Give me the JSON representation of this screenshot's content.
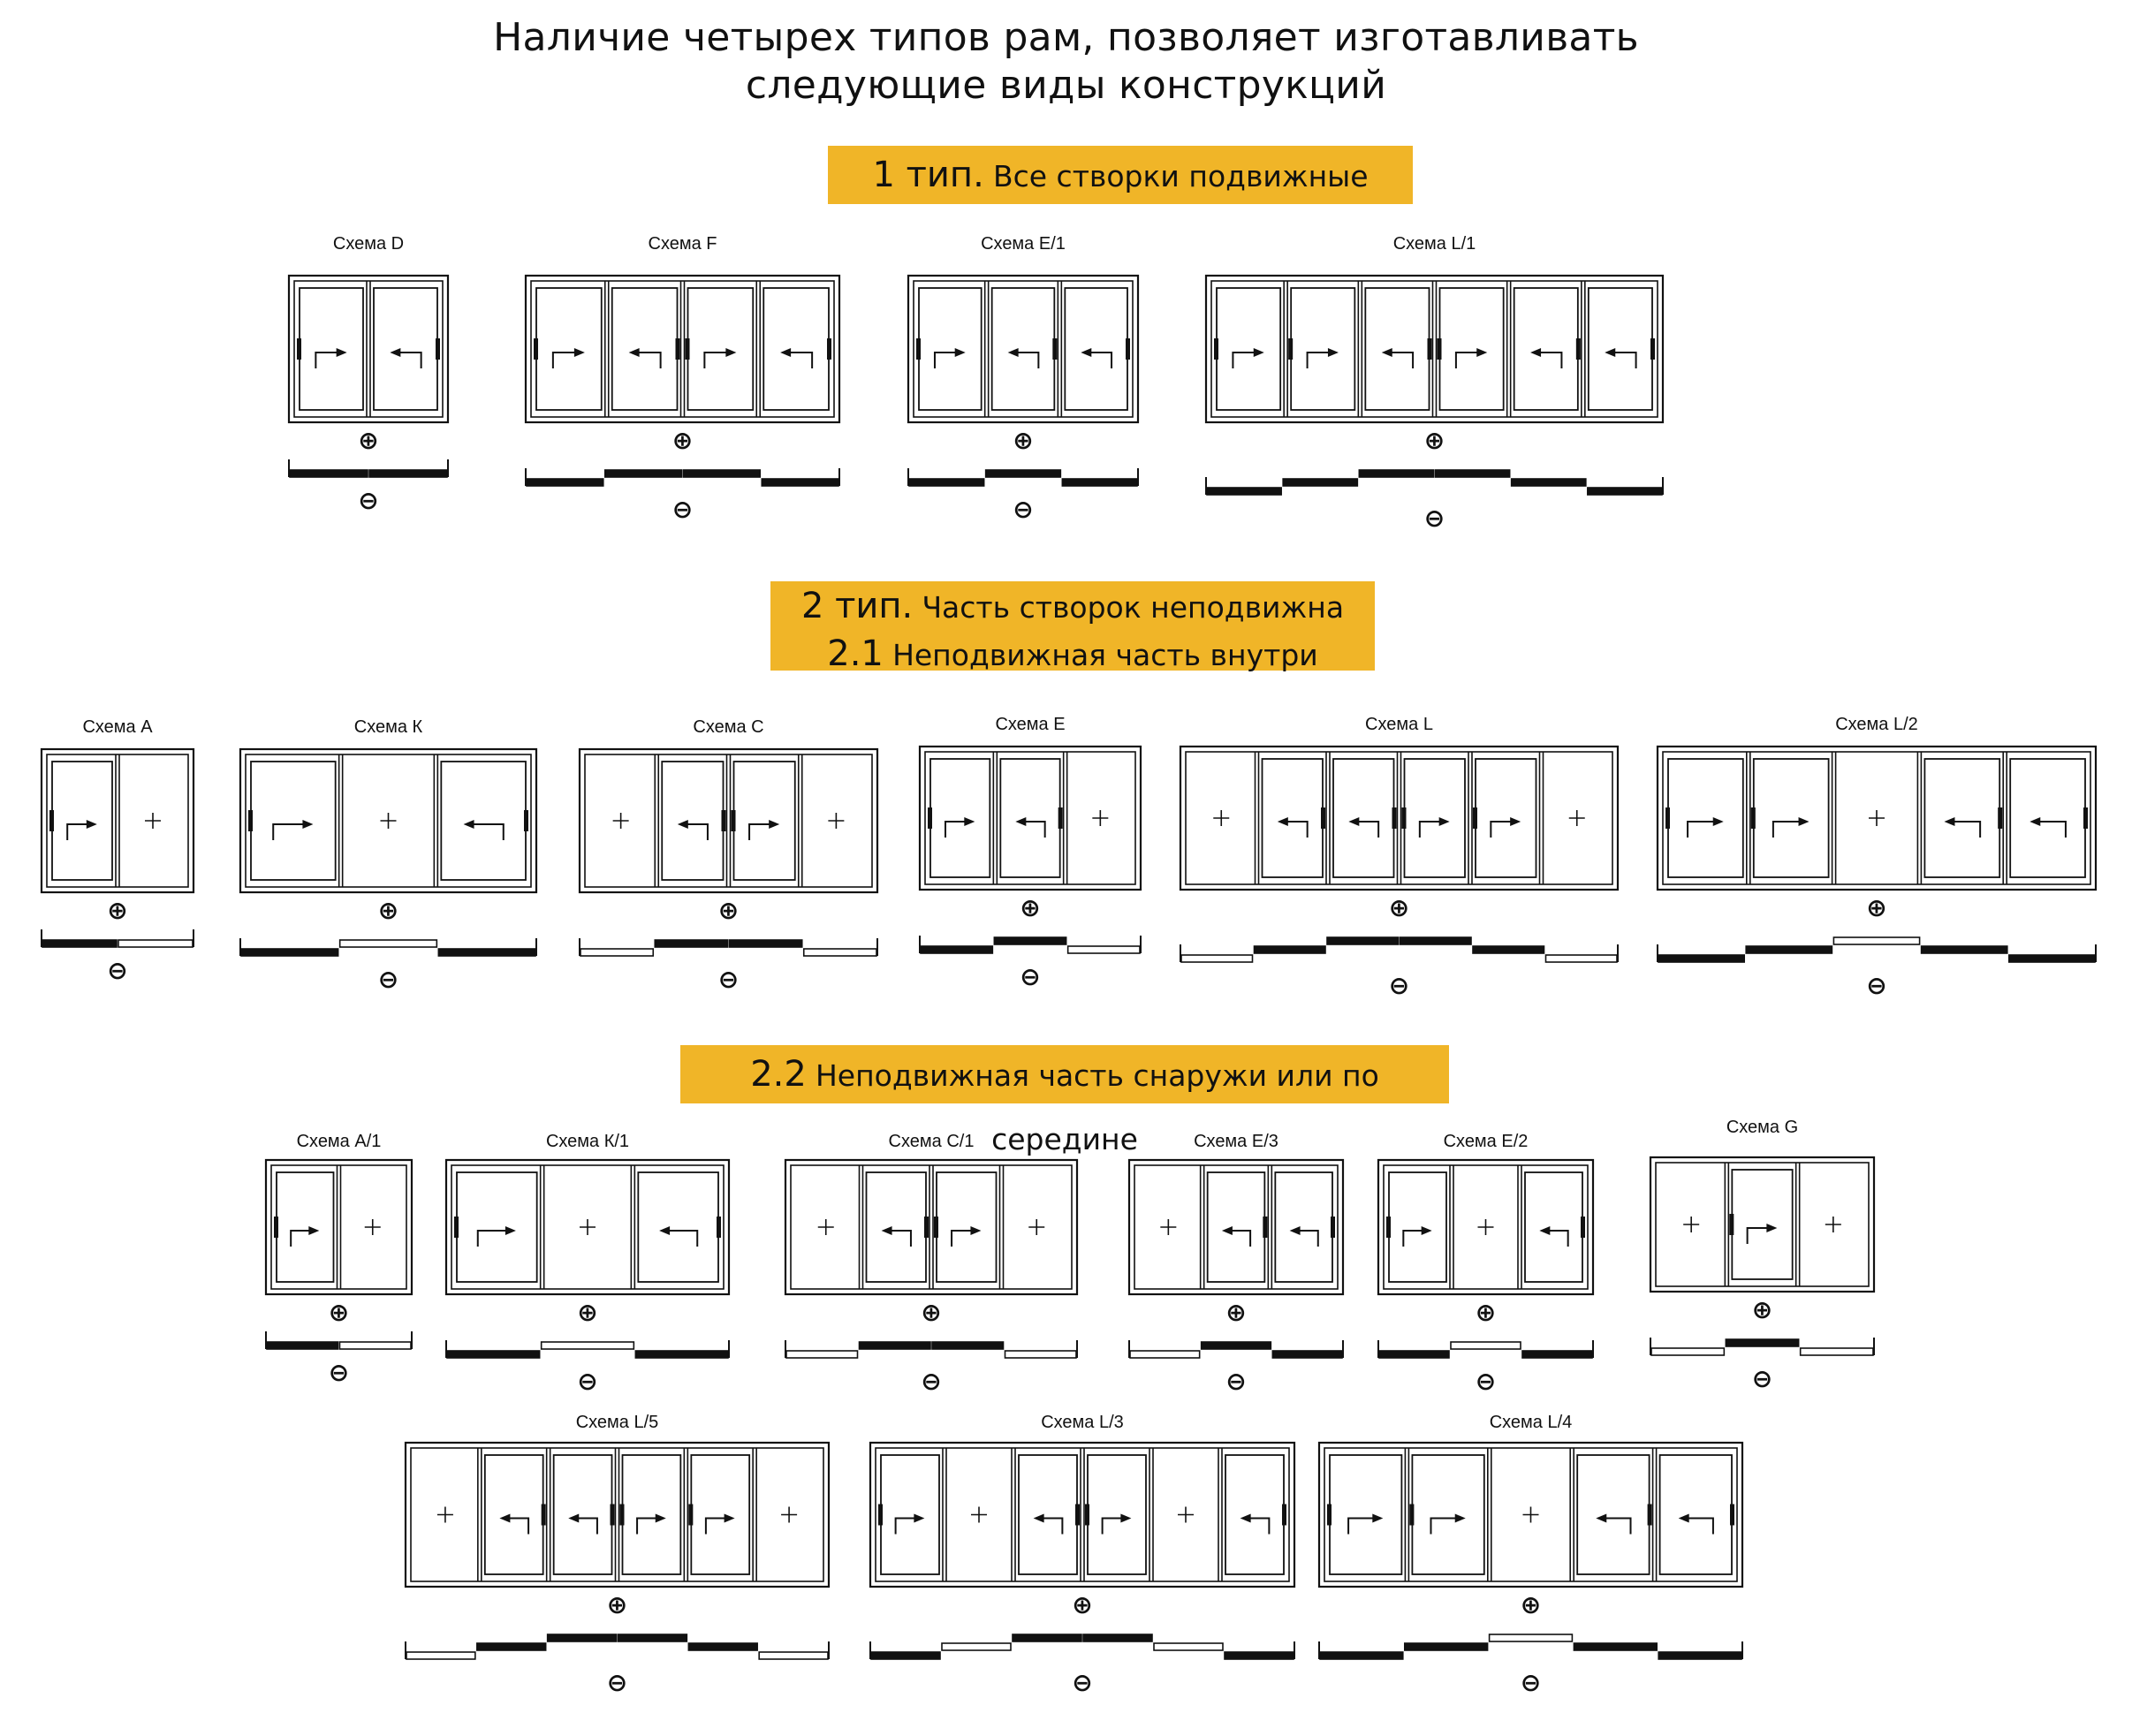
{
  "title": {
    "line1": "Наличие четырех типов рам, позволяет изготавливать",
    "line2": "следующие виды конструкций"
  },
  "sections": {
    "type1": {
      "num": "1 тип.",
      "text": "Все створки подвижные"
    },
    "type2": {
      "num": "2 тип.",
      "text": "Часть створок неподвижна",
      "sub_num": "2.1",
      "sub_text": "Неподвижная часть внутри"
    },
    "type22": {
      "num": "2.2",
      "text": "Неподвижная часть снаружи или по середине"
    }
  },
  "colors": {
    "banner": "#f0b528",
    "line": "#111111"
  },
  "symbols": {
    "plus": "⊕",
    "minus": "⊖"
  },
  "schemes": [
    {
      "label": "Схема D",
      "panels": "RL",
      "sep": ""
    },
    {
      "label": "Схема F",
      "panels": "RLRL",
      "sep": ""
    },
    {
      "label": "Схема E/1",
      "panels": "RLL",
      "sep": ""
    },
    {
      "label": "Схема L/1",
      "panels": "RRLRLL",
      "sep": ""
    },
    {
      "label": "Схема A",
      "panels": "RF",
      "sep": ""
    },
    {
      "label": "Схема К",
      "panels": "RFL",
      "sep": ""
    },
    {
      "label": "Схема C",
      "panels": "FLRF",
      "sep": ""
    },
    {
      "label": "Схема E",
      "panels": "RLF",
      "sep": ""
    },
    {
      "label": "Схема L",
      "panels": "FLLRRF",
      "sep": ""
    },
    {
      "label": "Схема L/2",
      "panels": "RRFLL",
      "sep": ""
    },
    {
      "label": "Схема A/1",
      "panels": "RF",
      "sep": ""
    },
    {
      "label": "Схема К/1",
      "panels": "RFL",
      "sep": ""
    },
    {
      "label": "Схема C/1",
      "panels": "FLRF",
      "sep": ""
    },
    {
      "label": "Схема E/3",
      "panels": "FLL",
      "sep": ""
    },
    {
      "label": "Схема E/2",
      "panels": "RFL",
      "sep": ""
    },
    {
      "label": "Схема G",
      "panels": "FRF",
      "sep": ""
    },
    {
      "label": "Схема L/5",
      "panels": "FLLRRF",
      "sep": ""
    },
    {
      "label": "Схема L/3",
      "panels": "RFLRFL",
      "sep": ""
    },
    {
      "label": "Схема L/4",
      "panels": "RRFLL",
      "sep": ""
    }
  ]
}
